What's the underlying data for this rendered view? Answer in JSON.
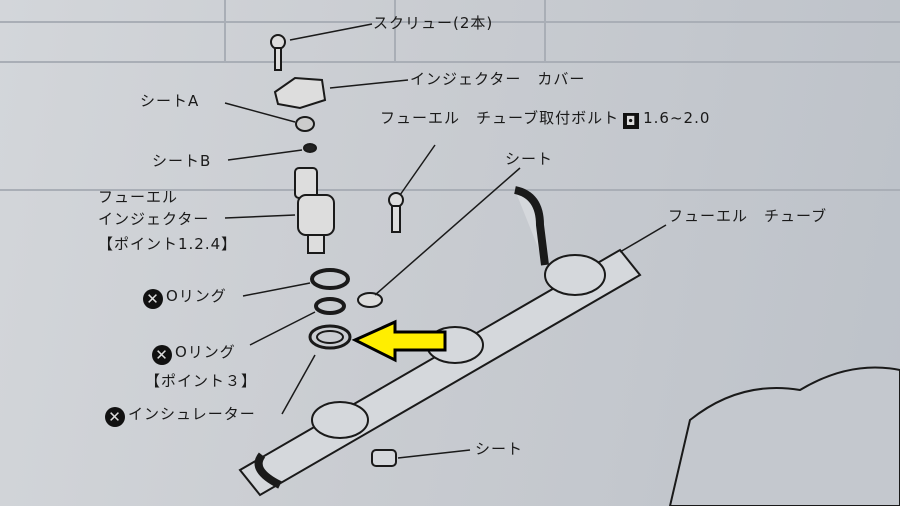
{
  "labels": {
    "screw": "スクリュー(2本)",
    "injector_cover": "インジェクター　カバー",
    "seat_a": "シートA",
    "fuel_tube_bolt": "フューエル　チューブ取付ボルト",
    "torque_value": "1.6~2.0",
    "seat_b": "シートB",
    "seat_upper": "シート",
    "fuel_injector_line1": "フューエル",
    "fuel_injector_line2": "インジェクター",
    "fuel_injector_point": "【ポイント1.2.4】",
    "fuel_tube": "フューエル　チューブ",
    "o_ring_1": "Oリング",
    "o_ring_2": "Oリング",
    "o_ring_2_point": "【ポイント３】",
    "insulator": "インシュレーター",
    "seat_lower": "シート"
  },
  "icons": {
    "replace_mark": "x-circle-icon",
    "torque_mark": "wrench-torque-icon"
  },
  "colors": {
    "highlight_arrow": "#ffee00",
    "ink": "#1a1a1a",
    "paper": "#c9ccd1"
  }
}
